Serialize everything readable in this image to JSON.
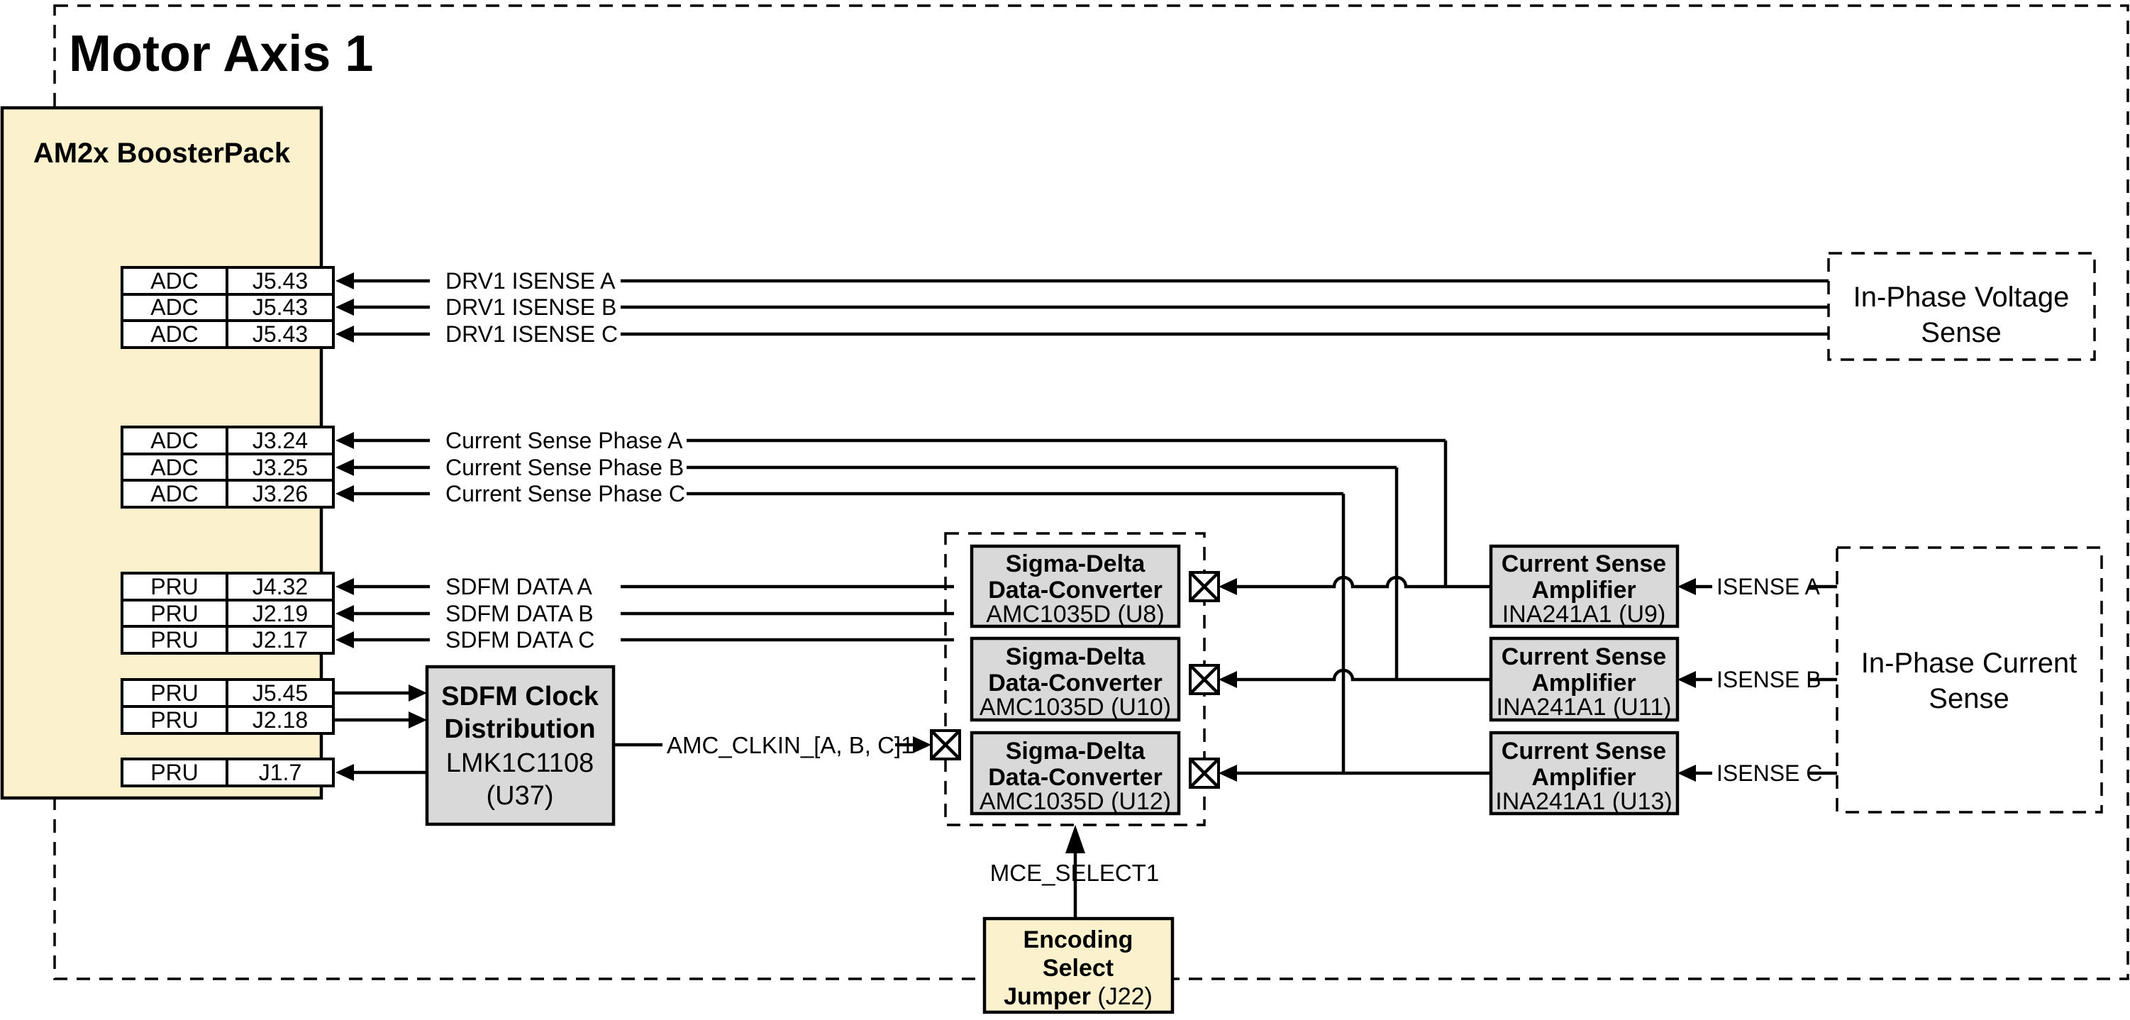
{
  "title": "Motor Axis 1",
  "colors": {
    "cream": "#FBF1CD",
    "gray": "#D9D9D9",
    "line": "#000000"
  },
  "boosterpack": {
    "label": "AM2x BoosterPack"
  },
  "pins": {
    "drv": [
      {
        "type": "ADC",
        "pin": "J5.43"
      },
      {
        "type": "ADC",
        "pin": "J5.43"
      },
      {
        "type": "ADC",
        "pin": "J5.43"
      }
    ],
    "phase": [
      {
        "type": "ADC",
        "pin": "J3.24"
      },
      {
        "type": "ADC",
        "pin": "J3.25"
      },
      {
        "type": "ADC",
        "pin": "J3.26"
      }
    ],
    "sdfm": [
      {
        "type": "PRU",
        "pin": "J4.32"
      },
      {
        "type": "PRU",
        "pin": "J2.19"
      },
      {
        "type": "PRU",
        "pin": "J2.17"
      }
    ],
    "clk": [
      {
        "type": "PRU",
        "pin": "J5.45"
      },
      {
        "type": "PRU",
        "pin": "J2.18"
      }
    ],
    "fb": [
      {
        "type": "PRU",
        "pin": "J1.7"
      }
    ]
  },
  "signals": {
    "drv": [
      "DRV1 ISENSE A",
      "DRV1 ISENSE B",
      "DRV1 ISENSE C"
    ],
    "phase": [
      "Current Sense Phase A",
      "Current Sense Phase B",
      "Current Sense Phase C"
    ],
    "sdfm": [
      "SDFM DATA A",
      "SDFM DATA B",
      "SDFM DATA C"
    ],
    "isense": [
      "ISENSE A",
      "ISENSE B",
      "ISENSE C"
    ],
    "amc_clkin": "AMC_CLKIN_[A, B, C]1",
    "mce_select": "MCE_SELECT1"
  },
  "blocks": {
    "clock": {
      "line1": "SDFM Clock",
      "line2": "Distribution",
      "part": "LMK1C1108",
      "ref": "(U37)"
    },
    "converters": [
      {
        "line1": "Sigma-Delta",
        "line2": "Data-Converter",
        "part": "AMC1035D (U8)"
      },
      {
        "line1": "Sigma-Delta",
        "line2": "Data-Converter",
        "part": "AMC1035D (U10)"
      },
      {
        "line1": "Sigma-Delta",
        "line2": "Data-Converter",
        "part": "AMC1035D (U12)"
      }
    ],
    "amplifiers": [
      {
        "line1": "Current Sense",
        "line2": "Amplifier",
        "part": "INA241A1 (U9)"
      },
      {
        "line1": "Current Sense",
        "line2": "Amplifier",
        "part": "INA241A1 (U11)"
      },
      {
        "line1": "Current Sense",
        "line2": "Amplifier",
        "part": "INA241A1 (U13)"
      }
    ],
    "voltage_sense": {
      "line1": "In-Phase Voltage",
      "line2": "Sense"
    },
    "current_sense": {
      "line1": "In-Phase Current",
      "line2": "Sense"
    },
    "jumper": {
      "line1": "Encoding",
      "line2": "Select",
      "line3_bold": "Jumper",
      "line3_ref": " (J22)"
    }
  }
}
